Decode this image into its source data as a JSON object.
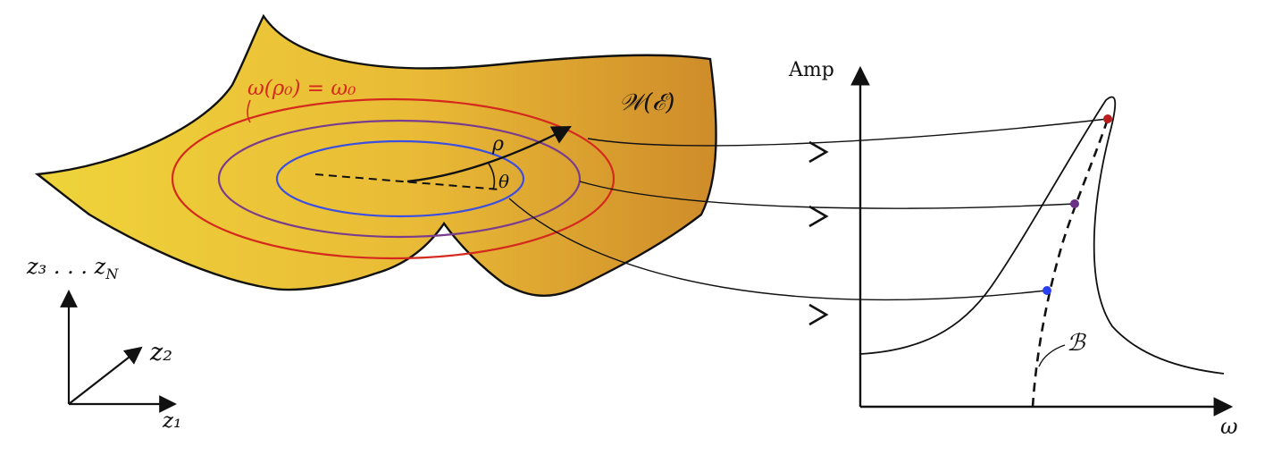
{
  "colors": {
    "surface_light": "#efd43a",
    "surface_dark": "#cf8c2a",
    "outer_contour": "#d42a1e",
    "middle_contour": "#7a3c8c",
    "inner_contour": "#3b4fe0",
    "label_red": "#d42a1e",
    "ink": "#111111",
    "dot_red": "#b81e1e",
    "dot_purple": "#6a2f86",
    "dot_blue": "#2b3ff0"
  },
  "labels": {
    "contour_equation": "ω(ρ₀) = ω₀",
    "manifold": "𝒲(ℰ)",
    "rho": "ρ",
    "theta": "θ",
    "axis_vertical": "z₃ . . . z",
    "axis_vertical_sub": "N",
    "axis_diagonal": "z₂",
    "axis_horizontal": "z₁",
    "amp": "Amp",
    "omega": "ω",
    "backbone": "ℬ"
  }
}
